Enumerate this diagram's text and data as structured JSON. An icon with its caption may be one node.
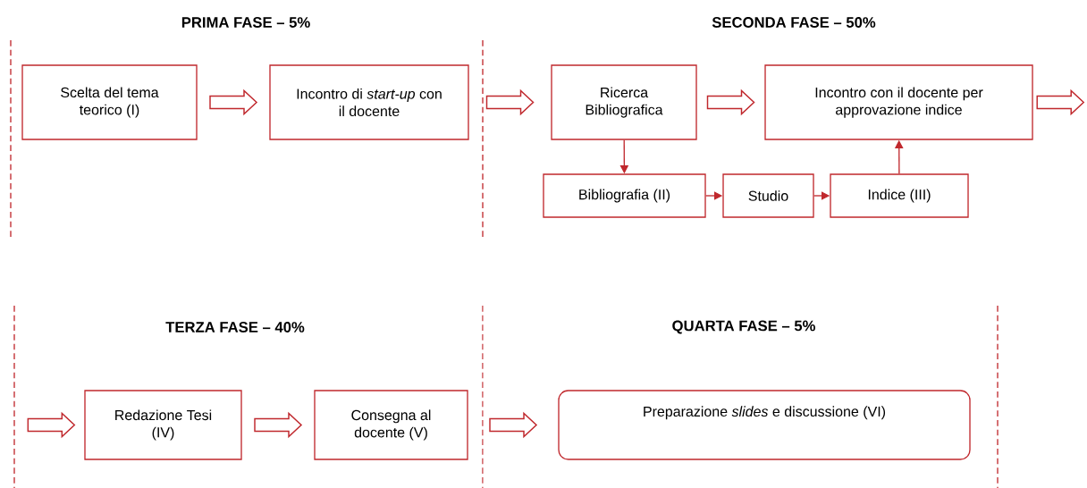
{
  "diagram": {
    "nodes": [
      {
        "text": [
          "Scelta del tema teorico (I)"
        ]
      },
      {
        "text": [
          "Incontro di *start-up* con il docente"
        ]
      },
      {
        "text": [
          "Ricerca Bibliografica"
        ]
      },
      {
        "text": [
          "Incontro con il docente per approvazione indice"
        ]
      },
      {
        "text": [
          "Bibliografia (II)"
        ]
      },
      {
        "text": [
          "Studio"
        ]
      },
      {
        "text": [
          "Indice (III)"
        ]
      },
      {
        "text": [
          "Redazione Tesi (IV)"
        ]
      },
      {
        "text": [
          "Consegna al docente (V)"
        ]
      },
      {
        "text": [
          "Preparazione *slides* e discussione (VI)"
        ]
      }
    ],
    "edges": [
      {
        "from": 0,
        "to": 1,
        "arrow": "to",
        "style": "thick"
      },
      {
        "from": 1,
        "to": 2,
        "arrow": "to",
        "style": "thick"
      },
      {
        "from": 2,
        "to": 3,
        "arrow": "to",
        "style": "thick"
      },
      {
        "from": 3,
        "to": null,
        "arrow": "to",
        "style": "thick"
      },
      {
        "from": 2,
        "to": 4,
        "arrow": "to"
      },
      {
        "from": 4,
        "to": 5,
        "arrow": "to"
      },
      {
        "from": 5,
        "to": 6,
        "arrow": "to"
      },
      {
        "from": 6,
        "to": 3,
        "arrow": "to"
      },
      {
        "from": null,
        "to": 7,
        "arrow": "to",
        "style": "thick"
      },
      {
        "from": 7,
        "to": 8,
        "arrow": "to",
        "style": "thick"
      },
      {
        "from": 8,
        "to": 9,
        "arrow": "to",
        "style": "thick"
      }
    ],
    "labels": [
      "PRIMA FASE – 5%",
      "SECONDA FASE – 50%",
      "TERZA FASE – 40%",
      "QUARTA FASE – 5%"
    ]
  }
}
